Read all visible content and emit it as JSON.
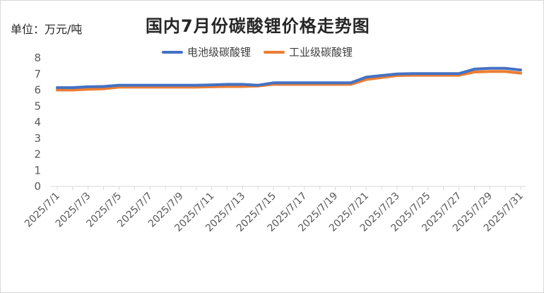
{
  "header": {
    "unit": "单位：万元/吨",
    "title": "国内7月份碳酸锂价格走势图"
  },
  "colors": {
    "battery": "#4472C4",
    "industrial": "#ED7D31",
    "axis": "#d9d9d9",
    "text": "#595959"
  },
  "chart_data": {
    "type": "line",
    "title": "国内7月份碳酸锂价格走势图",
    "ylabel": "单位：万元/吨",
    "ylim": [
      0,
      8
    ],
    "yticks": [
      0,
      1,
      2,
      3,
      4,
      5,
      6,
      7,
      8
    ],
    "grid": false,
    "legend": "top",
    "x": [
      "2025/7/1",
      "2025/7/2",
      "2025/7/3",
      "2025/7/4",
      "2025/7/5",
      "2025/7/6",
      "2025/7/7",
      "2025/7/8",
      "2025/7/9",
      "2025/7/10",
      "2025/7/11",
      "2025/7/12",
      "2025/7/13",
      "2025/7/14",
      "2025/7/15",
      "2025/7/16",
      "2025/7/17",
      "2025/7/18",
      "2025/7/19",
      "2025/7/20",
      "2025/7/21",
      "2025/7/22",
      "2025/7/23",
      "2025/7/24",
      "2025/7/25",
      "2025/7/26",
      "2025/7/27",
      "2025/7/28",
      "2025/7/29",
      "2025/7/30",
      "2025/7/31"
    ],
    "xtick_labels": [
      "2025/7/1",
      "2025/7/3",
      "2025/7/5",
      "2025/7/7",
      "2025/7/9",
      "2025/7/11",
      "2025/7/13",
      "2025/7/15",
      "2025/7/17",
      "2025/7/19",
      "2025/7/21",
      "2025/7/23",
      "2025/7/25",
      "2025/7/27",
      "2025/7/29",
      "2025/7/31"
    ],
    "series": [
      {
        "name": "电池级碳酸锂",
        "color": "#4472C4",
        "values": [
          6.15,
          6.15,
          6.2,
          6.22,
          6.3,
          6.3,
          6.3,
          6.3,
          6.3,
          6.3,
          6.32,
          6.35,
          6.35,
          6.3,
          6.45,
          6.45,
          6.45,
          6.45,
          6.45,
          6.45,
          6.8,
          6.9,
          7.0,
          7.02,
          7.02,
          7.02,
          7.02,
          7.3,
          7.35,
          7.35,
          7.25
        ]
      },
      {
        "name": "工业级碳酸锂",
        "color": "#ED7D31",
        "values": [
          6.0,
          6.0,
          6.05,
          6.08,
          6.18,
          6.18,
          6.18,
          6.18,
          6.18,
          6.18,
          6.2,
          6.22,
          6.22,
          6.25,
          6.35,
          6.35,
          6.35,
          6.35,
          6.35,
          6.35,
          6.65,
          6.78,
          6.9,
          6.92,
          6.92,
          6.92,
          6.92,
          7.12,
          7.15,
          7.15,
          7.05
        ]
      }
    ]
  }
}
